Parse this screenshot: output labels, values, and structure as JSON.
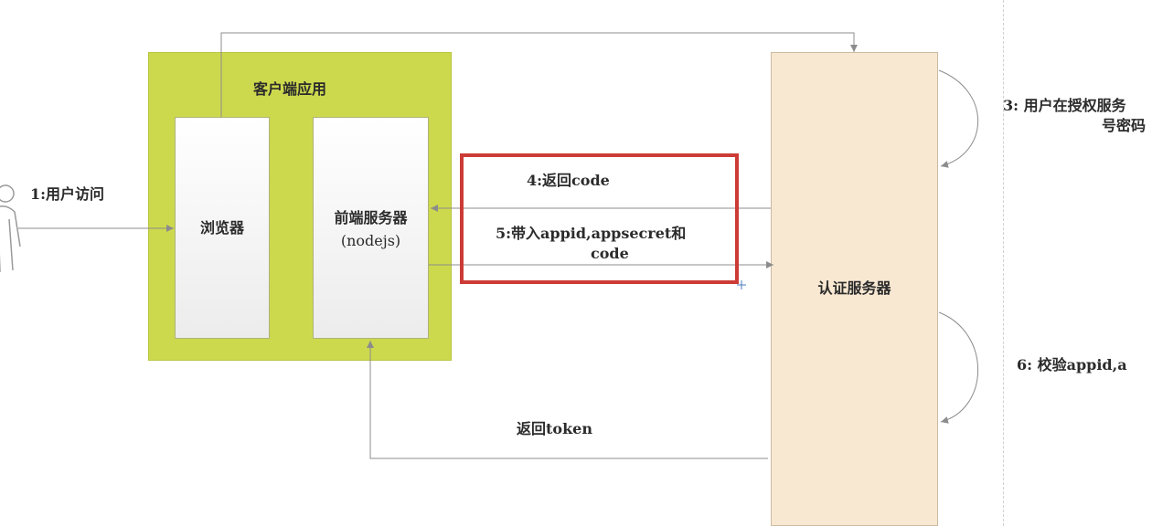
{
  "nodes": {
    "client_app": "客户端应用",
    "browser": "浏览器",
    "frontend_server": "前端服务器",
    "frontend_server_sub": "(nodejs)",
    "auth_server": "认证服务器"
  },
  "steps": {
    "step1": "1:用户访问",
    "step3_line1": "3: 用户在授权服务",
    "step3_line2": "号密码",
    "step4": "4:返回code",
    "step5_line1": "5:带入appid,appsecret和",
    "step5_line2": "code",
    "step6": "6: 校验appid,a",
    "return_token": "返回token"
  },
  "colors": {
    "client_app_fill": "#cdd94d",
    "auth_server_fill": "#f8e8d2",
    "highlight_border": "#cc3b35",
    "connector": "#8c8c8c"
  }
}
